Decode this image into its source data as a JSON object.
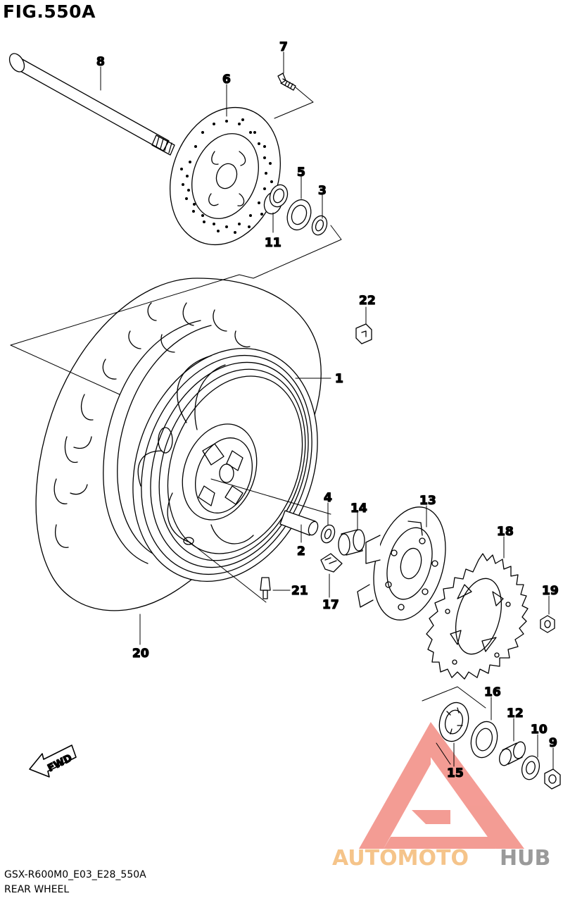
{
  "figure": {
    "title": "FIG.550A"
  },
  "footer": {
    "code": "GSX-R600M0_E03_E28_550A",
    "caption": "REAR WHEEL"
  },
  "direction_marker": "FWD",
  "watermark": {
    "part1": "AUTOMOTO",
    "part2": "HUB",
    "color1": "#f5c48a",
    "color2": "#9a9a9a",
    "logo_color": "#f28b82"
  },
  "part_labels": [
    "1",
    "2",
    "3",
    "4",
    "5",
    "6",
    "7",
    "8",
    "9",
    "10",
    "11",
    "12",
    "13",
    "14",
    "15",
    "16",
    "17",
    "18",
    "19",
    "20",
    "21",
    "22"
  ]
}
